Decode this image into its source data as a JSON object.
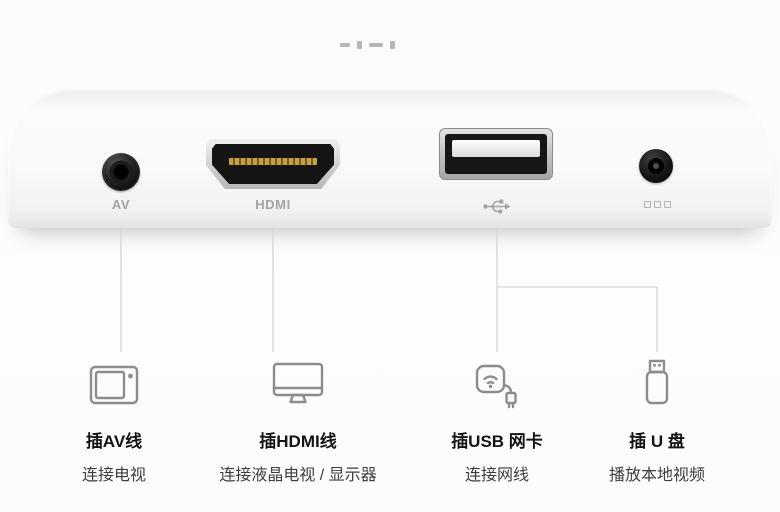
{
  "page": {
    "type": "product-port-diagram",
    "background": "#fdfdfd"
  },
  "device": {
    "ports": {
      "av": {
        "label": "AV"
      },
      "hdmi": {
        "label": "HDMI"
      },
      "usb": {
        "symbol_icon": "usb-trident-icon"
      },
      "power": {
        "symbol_icon": "power-port-marks"
      }
    }
  },
  "callouts": [
    {
      "icon": "crt-tv-icon",
      "title": "插AV线",
      "description": "连接电视"
    },
    {
      "icon": "monitor-icon",
      "title": "插HDMI线",
      "description": "连接液晶电视 / 显示器"
    },
    {
      "icon": "usb-wifi-adapter-icon",
      "title": "插USB 网卡",
      "description": "连接网线"
    },
    {
      "icon": "usb-flash-drive-icon",
      "title": "插 U 盘",
      "description": "播放本地视频"
    }
  ],
  "colors": {
    "callout_line": "#d5d5d5",
    "port_label": "#a3a3a3",
    "icon_stroke": "#8c8c8c",
    "title_text": "#141414",
    "description_text": "#3d3d3d",
    "hdmi_gold": "#c79f45"
  }
}
